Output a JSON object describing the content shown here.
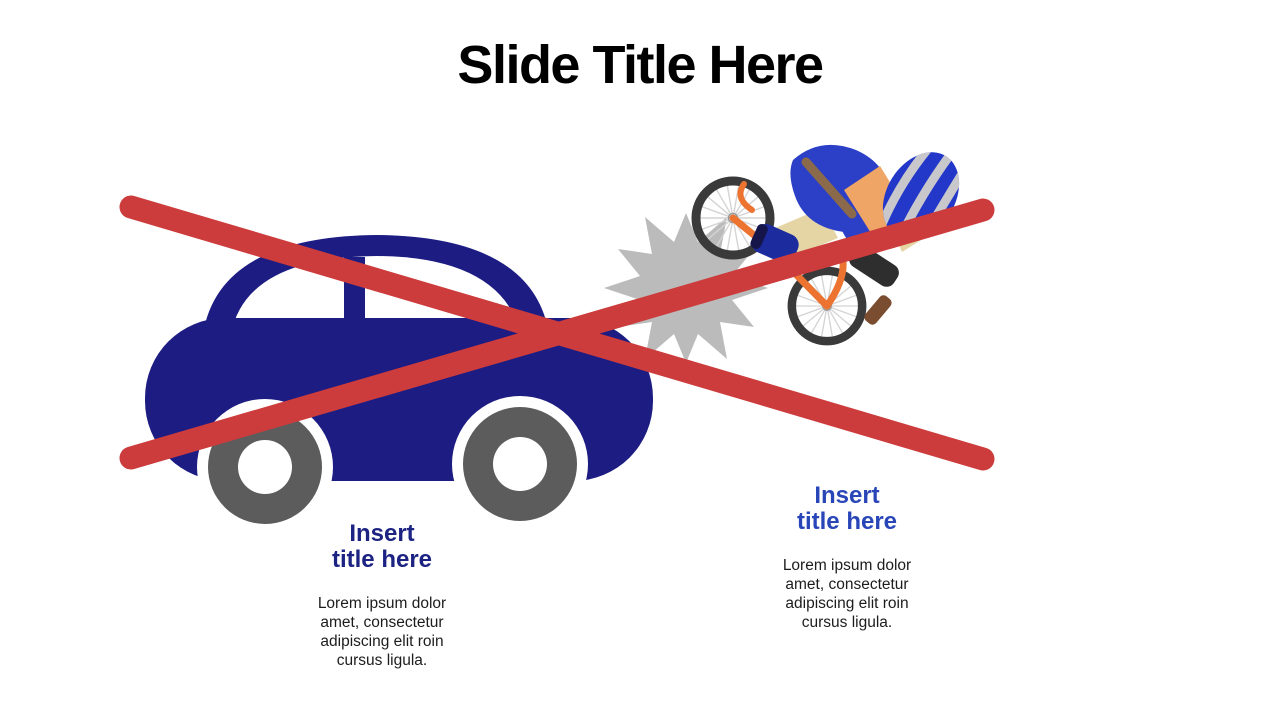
{
  "title": {
    "text": "Slide Title Here",
    "color": "#000000"
  },
  "graphic": {
    "car": {
      "body_color": "#1c1c82",
      "wheel_color": "#5c5c5c",
      "window_color": "#ffffff"
    },
    "cross": {
      "color": "#cd3c3c"
    },
    "crash": {
      "burst_color": "#bbbbbb",
      "tire_color": "#3a3a3a",
      "spoke_color": "#d4d4d4",
      "frame_color": "#ec7430",
      "jersey_color": "#2b3fc7",
      "helmet_color": "#2337c9",
      "helmet_stripe_color": "#c8c8cc",
      "skin_color": "#efa565",
      "leg_color": "#e5d5a5",
      "strap_color": "#8a6a4a",
      "boot_color": "#1c2b9e",
      "shoe_color": "#2e2e2e",
      "pedal_color": "#7a4c30"
    }
  },
  "blocks": [
    {
      "title": "Insert\ntitle here",
      "title_color": "#1c2383",
      "body": "Lorem ipsum dolor\namet, consectetur\nadipiscing elit roin\ncursus ligula."
    },
    {
      "title": "Insert\ntitle here",
      "title_color": "#2946b8",
      "body": "Lorem ipsum dolor\namet, consectetur\nadipiscing elit roin\ncursus ligula."
    }
  ]
}
